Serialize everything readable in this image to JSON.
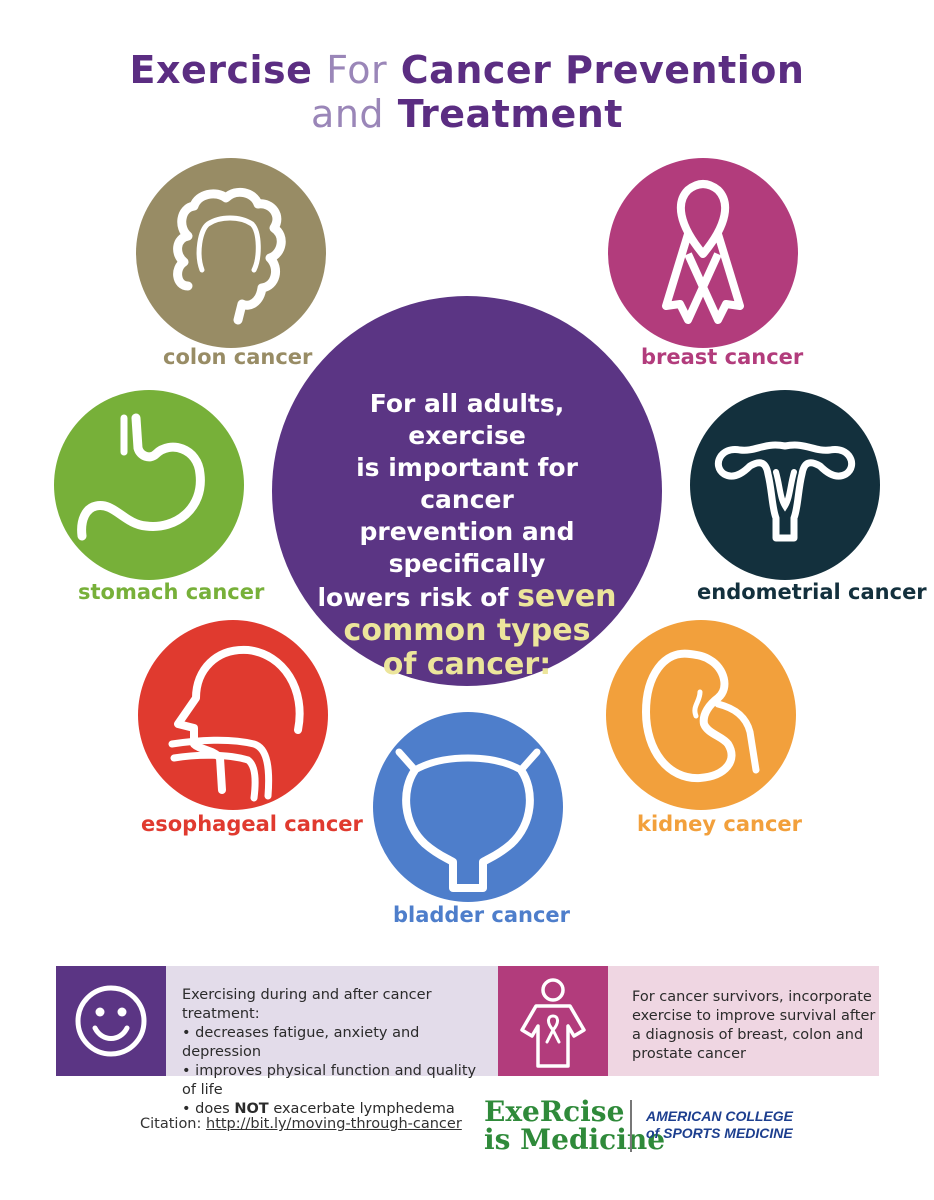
{
  "title": {
    "word1": "Exercise",
    "word2": "For",
    "word3": "Cancer Prevention",
    "word4": "and",
    "word5": "Treatment"
  },
  "center": {
    "line1": "For all adults, exercise",
    "line2": "is important for cancer",
    "line3": "prevention and specifically",
    "line4": "lowers risk of",
    "highlight1": "seven",
    "highlight2": "common types",
    "highlight3": "of cancer:"
  },
  "cancers": {
    "colon": {
      "label": "colon cancer",
      "color": "#988c65",
      "icon": "colon-icon"
    },
    "breast": {
      "label": "breast cancer",
      "color": "#b23c7c",
      "icon": "ribbon-icon"
    },
    "stomach": {
      "label": "stomach cancer",
      "color": "#77b039",
      "icon": "stomach-icon"
    },
    "endometrial": {
      "label": "endometrial cancer",
      "color": "#13303d",
      "icon": "uterus-icon"
    },
    "esophageal": {
      "label": "esophageal cancer",
      "color": "#e03a2f",
      "icon": "head-icon"
    },
    "kidney": {
      "label": "kidney cancer",
      "color": "#f2a03c",
      "icon": "kidney-icon"
    },
    "bladder": {
      "label": "bladder cancer",
      "color": "#4e7ecb",
      "icon": "bladder-icon"
    }
  },
  "band_left": {
    "heading": "Exercising during and after cancer treatment:",
    "b1": "decreases fatigue, anxiety and depression",
    "b2": "improves physical function and quality of life",
    "b3_pre": "does",
    "b3_bold": "NOT",
    "b3_post": "exacerbate lymphedema",
    "icon": "smiley-icon",
    "color": "#5b3584"
  },
  "band_right": {
    "text1": "For cancer survivors, incorporate",
    "text2": "exercise to improve survival after",
    "text3": "a diagnosis of breast, colon and",
    "text4": "prostate cancer",
    "icon": "survivor-icon",
    "color": "#b23c7c"
  },
  "footer": {
    "citation_label": "Citation:",
    "citation_link": "http://bit.ly/moving-through-cancer",
    "logo1_line1": "ExeRcise",
    "logo1_line2": "is Medicine",
    "logo2_line1": "AMERICAN COLLEGE",
    "logo2_line2": "of SPORTS MEDICINE"
  }
}
